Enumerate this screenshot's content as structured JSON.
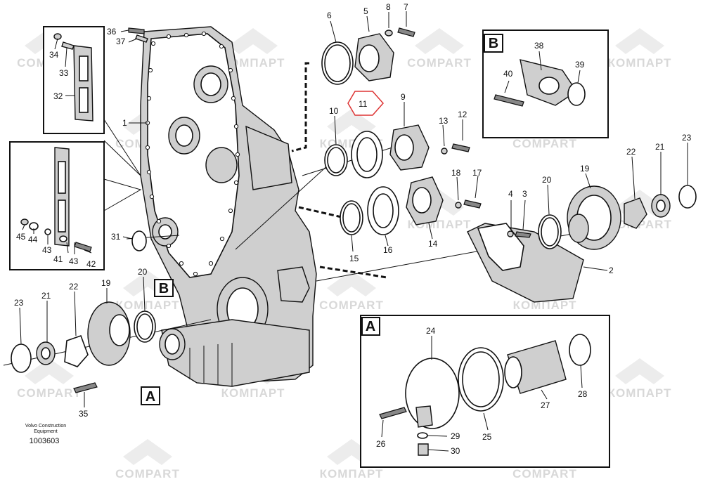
{
  "diagram": {
    "box_labels": {
      "A_main": "A",
      "B_main": "B",
      "A_inset": "A",
      "B_inset": "B"
    },
    "watermark": {
      "text_latin": "COMPART",
      "text_cyrillic": "КОМПАРТ"
    },
    "caption": {
      "line1": "Volvo Construction",
      "line2": "Equipment"
    },
    "doc_number": "1003603",
    "highlighted_part": "11",
    "callouts": {
      "p1": "1",
      "p2": "2",
      "p3": "3",
      "p4": "4",
      "p5": "5",
      "p6": "6",
      "p7": "7",
      "p8": "8",
      "p9": "9",
      "p10": "10",
      "p11": "11",
      "p12": "12",
      "p13": "13",
      "p14": "14",
      "p15": "15",
      "p16": "16",
      "p17": "17",
      "p18": "18",
      "p19a": "19",
      "p19b": "19",
      "p20a": "20",
      "p20b": "20",
      "p21a": "21",
      "p21b": "21",
      "p22a": "22",
      "p22b": "22",
      "p23a": "23",
      "p23b": "23",
      "p24": "24",
      "p25": "25",
      "p26": "26",
      "p27": "27",
      "p28": "28",
      "p29": "29",
      "p30": "30",
      "p31": "31",
      "p32": "32",
      "p33": "33",
      "p34": "34",
      "p35": "35",
      "p36": "36",
      "p37": "37",
      "p38": "38",
      "p39": "39",
      "p40": "40",
      "p41": "41",
      "p42": "42",
      "p43a": "43",
      "p43b": "43",
      "p44": "44",
      "p45": "45"
    }
  }
}
